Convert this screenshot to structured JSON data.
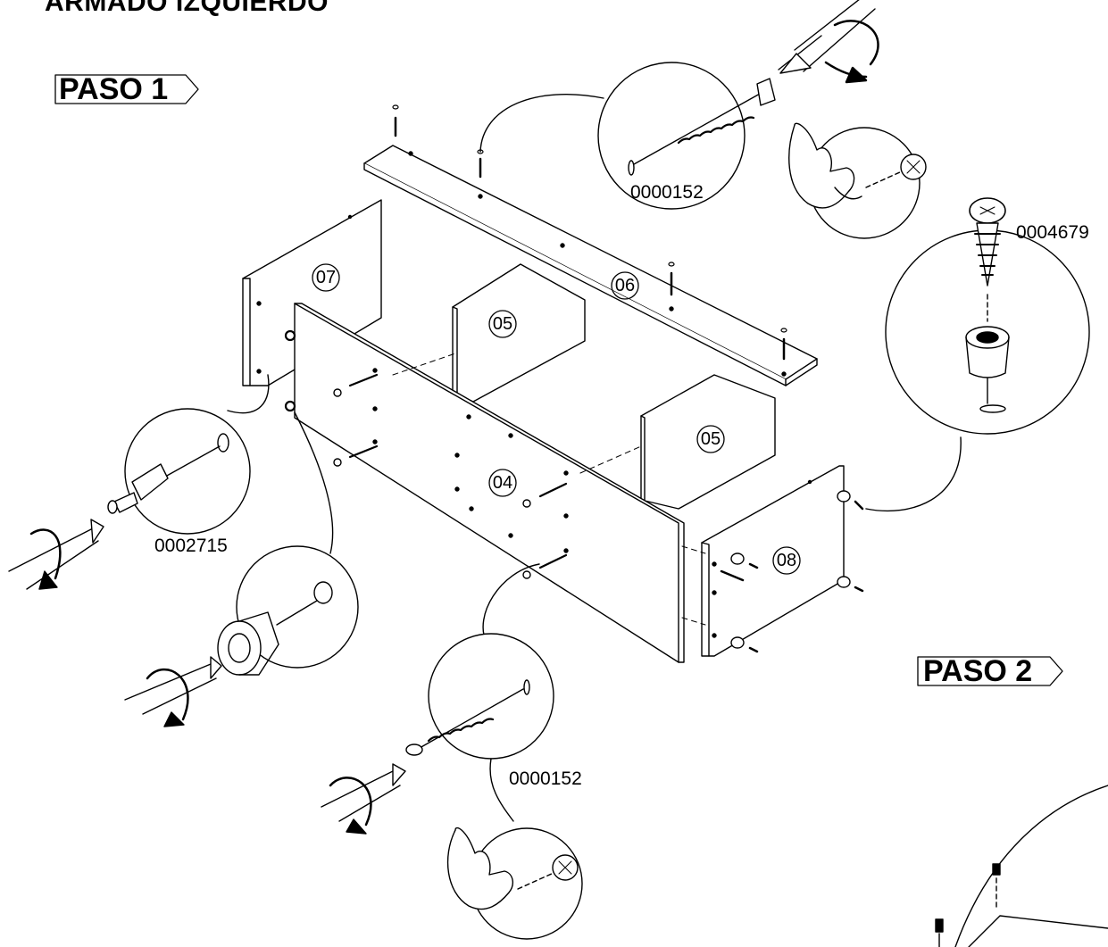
{
  "heading": "ARMADO IZQUIERDO",
  "steps": {
    "step1": "PASO 1",
    "step2": "PASO 2"
  },
  "part_codes": {
    "screw_top": "0000152",
    "cam_bolt": "0002715",
    "screw_bottom": "0000152",
    "foot_screw": "0004679"
  },
  "panels": {
    "p04": "04",
    "p05a": "05",
    "p05b": "05",
    "p06": "06",
    "p07": "07",
    "p08": "08"
  },
  "icons": [
    "screwdriver-icon",
    "rotation-arrow-icon",
    "hand-ok-icon",
    "phillips-head-icon",
    "screw-icon",
    "cam-lock-icon",
    "foot-pad-icon"
  ]
}
